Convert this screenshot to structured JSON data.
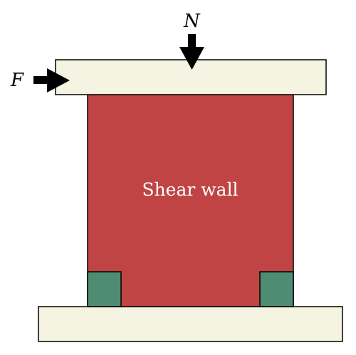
{
  "labels": {
    "vertical_load": "N",
    "horizontal_load": "F",
    "wall": "Shear wall"
  },
  "colors": {
    "beam_fill": "#f5f3e1",
    "wall_fill": "#c04444",
    "boundary_fill": "#4e8c74",
    "stroke": "#000000"
  }
}
